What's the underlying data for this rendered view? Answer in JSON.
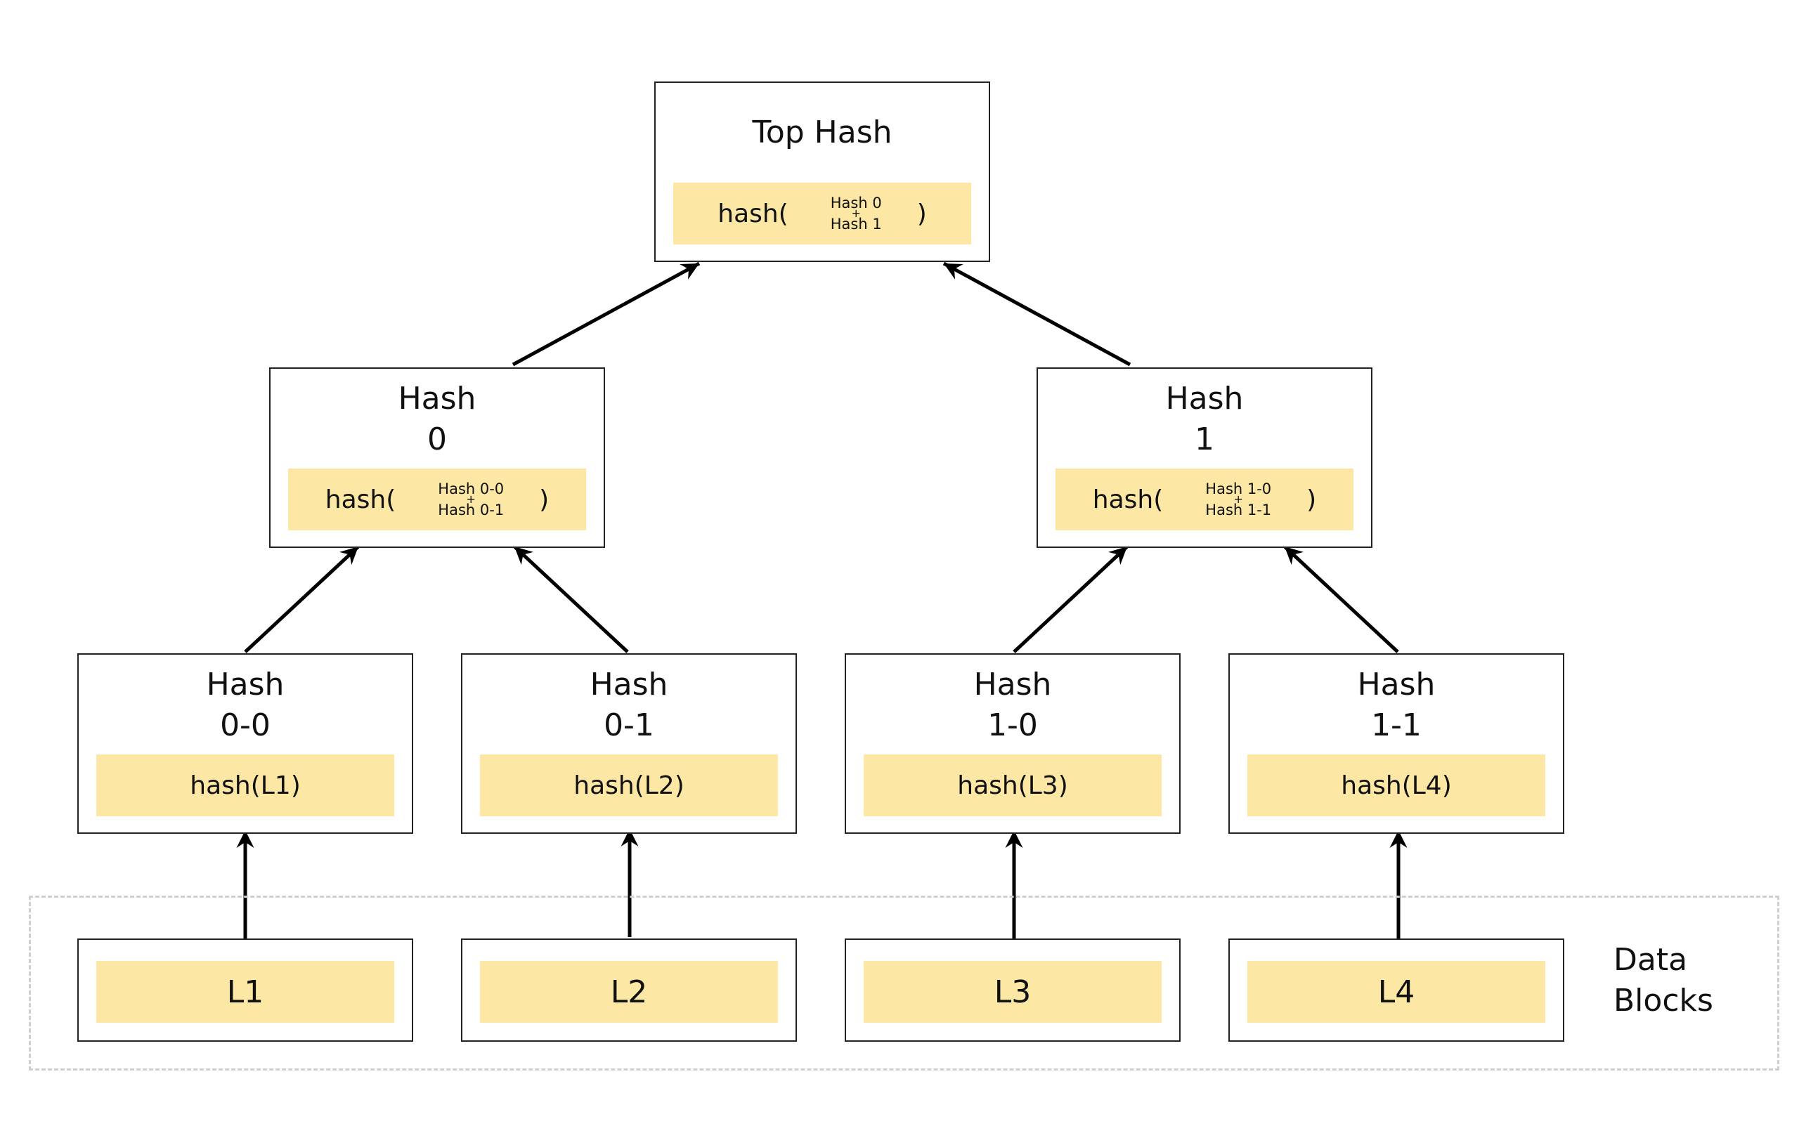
{
  "top_hash": {
    "title": "Top Hash",
    "fn": "hash(",
    "arg1": "Hash 0",
    "op": "+",
    "arg2": "Hash 1",
    "close": ")"
  },
  "hash_0": {
    "title_1": "Hash",
    "title_2": "0",
    "fn": "hash(",
    "arg1": "Hash 0-0",
    "op": "+",
    "arg2": "Hash 0-1",
    "close": ")"
  },
  "hash_1": {
    "title_1": "Hash",
    "title_2": "1",
    "fn": "hash(",
    "arg1": "Hash 1-0",
    "op": "+",
    "arg2": "Hash 1-1",
    "close": ")"
  },
  "leaf_hashes": [
    {
      "title_1": "Hash",
      "title_2": "0-0",
      "value": "hash(L1)"
    },
    {
      "title_1": "Hash",
      "title_2": "0-1",
      "value": "hash(L2)"
    },
    {
      "title_1": "Hash",
      "title_2": "1-0",
      "value": "hash(L3)"
    },
    {
      "title_1": "Hash",
      "title_2": "1-1",
      "value": "hash(L4)"
    }
  ],
  "data_blocks": {
    "label_1": "Data",
    "label_2": "Blocks",
    "items": [
      "L1",
      "L2",
      "L3",
      "L4"
    ]
  },
  "colors": {
    "fill": "#fce7a5",
    "border": "#222222",
    "dashed_region": "#cfcfcf",
    "arrow": "#000000"
  }
}
